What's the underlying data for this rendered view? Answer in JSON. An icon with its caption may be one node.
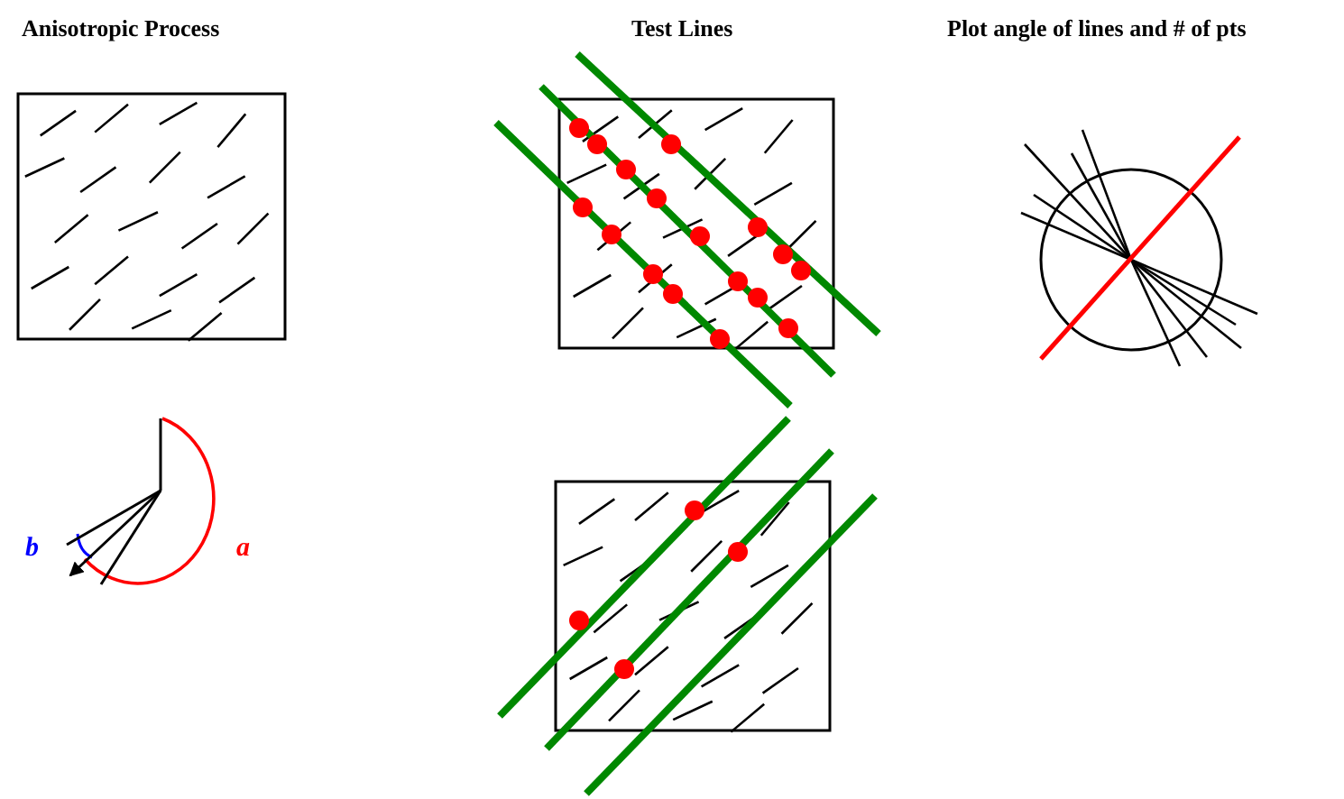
{
  "diagram": {
    "labels": [
      "Anisotropic Process",
      "Test Lines",
      "Plot angle of lines and # of pts",
      "b",
      "a"
    ]
  }
}
